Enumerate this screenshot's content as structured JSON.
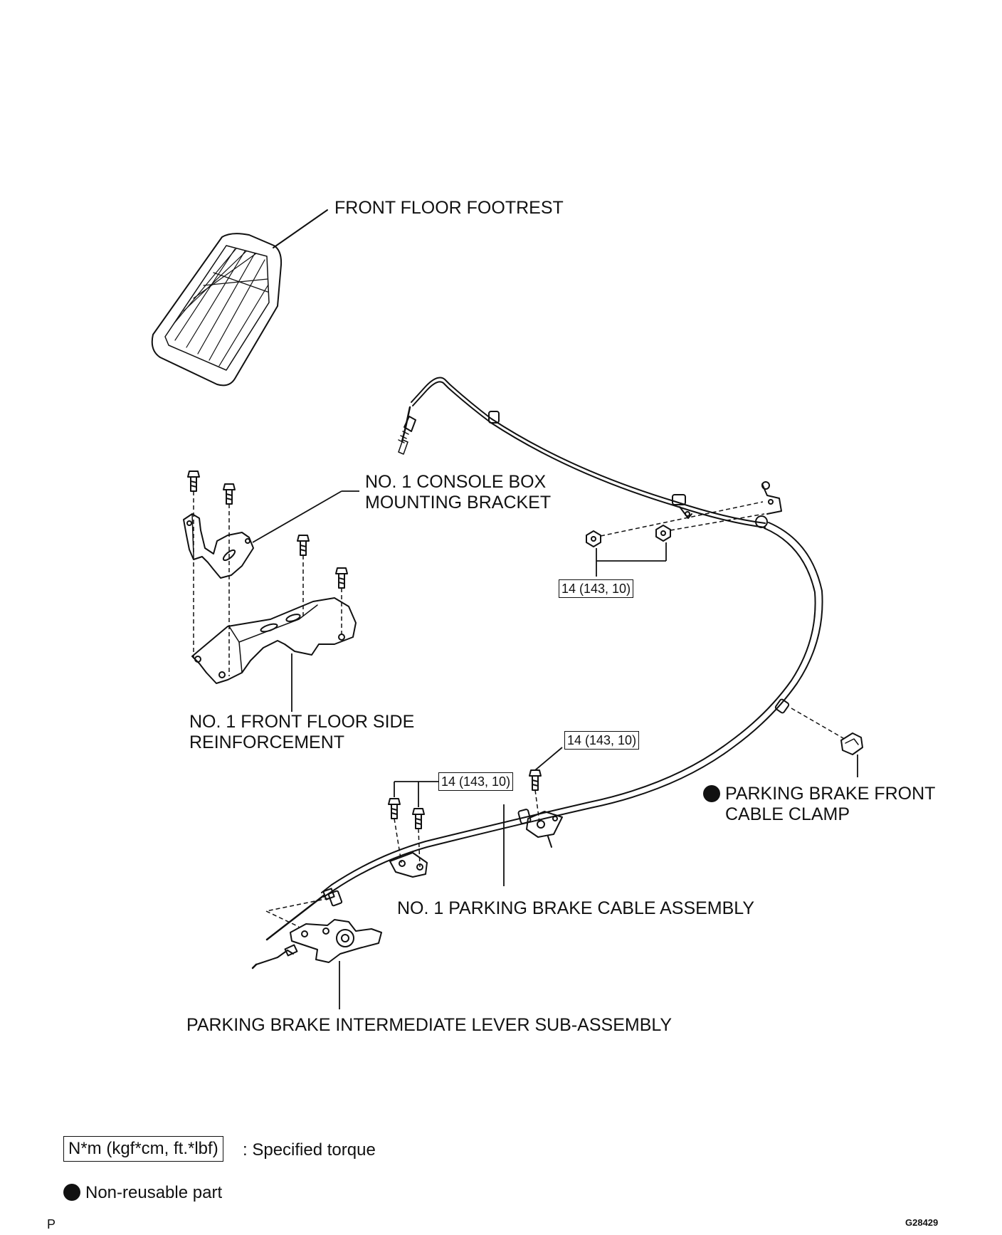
{
  "labels": {
    "front_floor_footrest": "FRONT FLOOR FOOTREST",
    "console_bracket_line1": "NO. 1 CONSOLE BOX",
    "console_bracket_line2": "MOUNTING BRACKET",
    "floor_reinf_line1": "NO. 1 FRONT FLOOR SIDE",
    "floor_reinf_line2": "REINFORCEMENT",
    "cable_clamp_line1": "PARKING BRAKE FRONT",
    "cable_clamp_line2": "CABLE CLAMP",
    "cable_assembly": "NO. 1 PARKING BRAKE CABLE ASSEMBLY",
    "intermediate_lever": "PARKING BRAKE INTERMEDIATE LEVER SUB-ASSEMBLY"
  },
  "torque_specs": {
    "nuts_upper": "14 (143, 10)",
    "bolt_right": "14 (143, 10)",
    "bolts_left": "14 (143, 10)"
  },
  "legend": {
    "torque_unit": "N*m (kgf*cm, ft.*lbf)",
    "torque_desc": ": Specified torque",
    "nonreusable_desc": "Non-reusable part",
    "nonreusable_icon": "filled-circle-icon"
  },
  "footer": {
    "left_mark": "P",
    "figure_code": "G28429"
  }
}
